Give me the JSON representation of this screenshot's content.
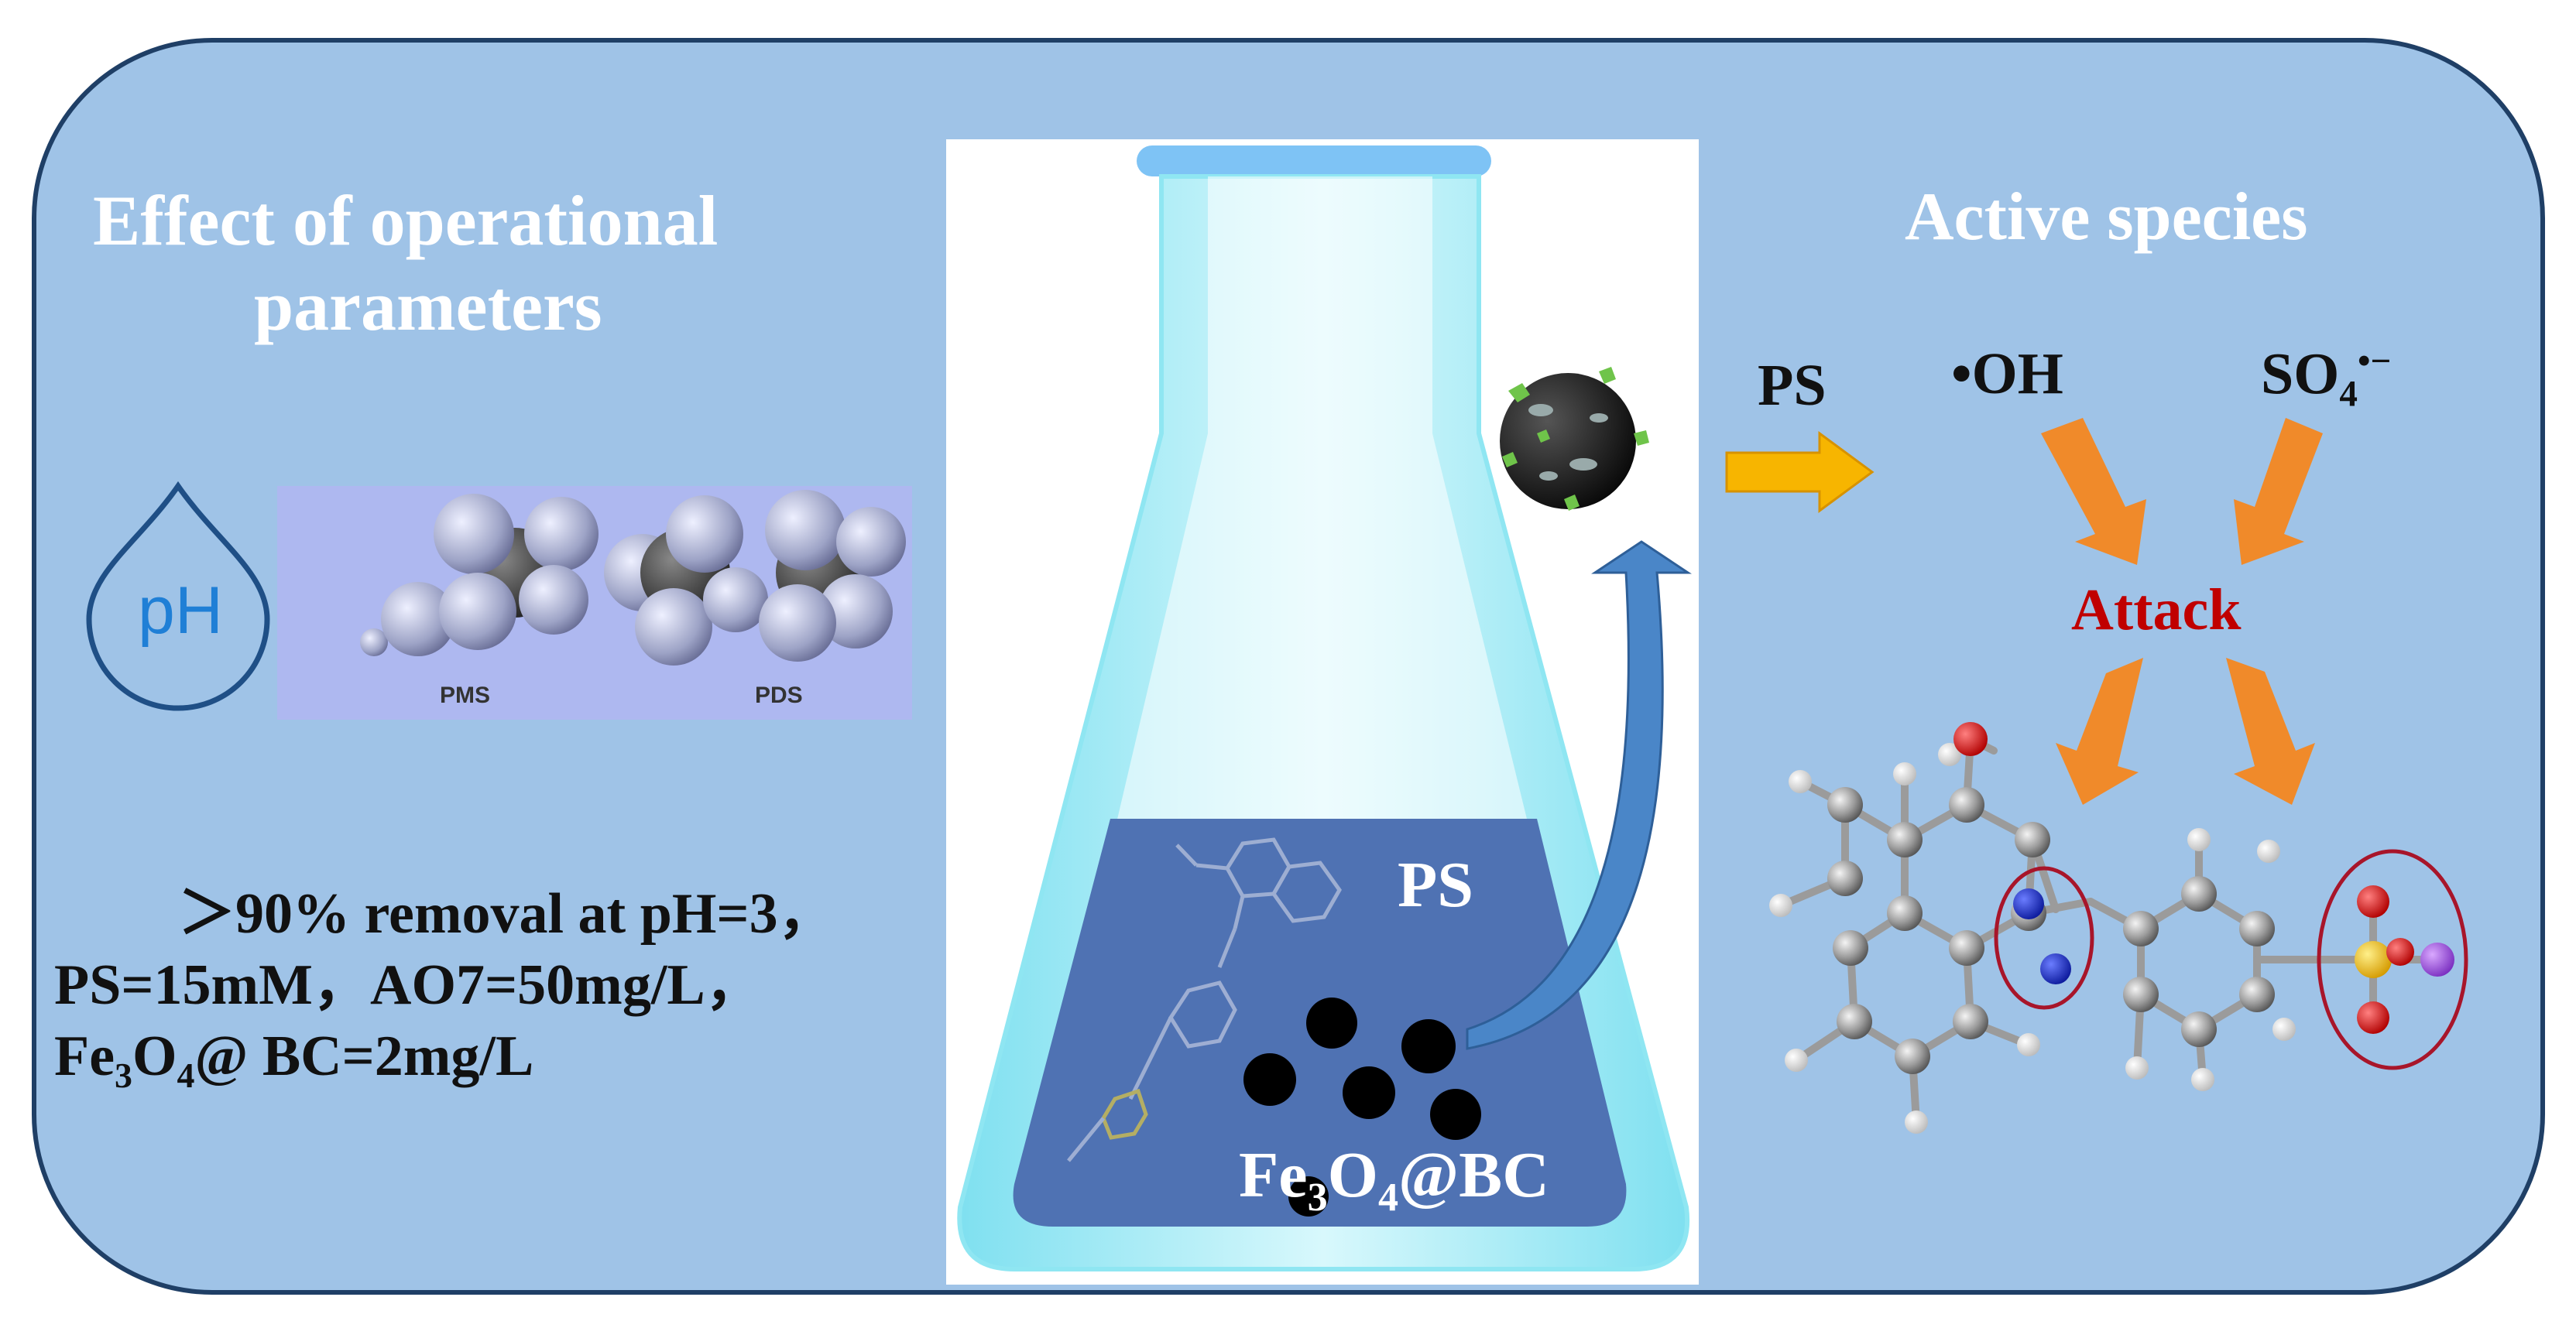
{
  "colors": {
    "panel": "#9fc3e7",
    "panel_border": "#1f3f66",
    "liquid": "#4f72b3",
    "flask_glass": "#9fecf6",
    "arrow_orange": "#f08a2a",
    "arrow_yellow": "#f7b500",
    "attack_red": "#c00000",
    "sulfur_yellow": "#f2c200",
    "oxygen_red": "#e00000",
    "nitrogen_blue": "#1c2fd0",
    "sodium_purple": "#9a50d6"
  },
  "left": {
    "title_line1": "Effect of  operational",
    "title_line2": "parameters",
    "ph_icon_label": "pH",
    "pms_label": "PMS",
    "pds_label": "PDS",
    "result_line1": "＞90% removal at pH=3，",
    "result_line2": "PS=15mM，AO7=50mg/L，",
    "result_line3_pre": "Fe",
    "result_line3_sub1": "3",
    "result_line3_mid": "O",
    "result_line3_sub2": "4",
    "result_line3_post": "@ BC=2mg/L"
  },
  "center": {
    "ps_label": "PS",
    "catalyst_pre": "Fe",
    "catalyst_sub1": "3",
    "catalyst_mid": "O",
    "catalyst_sub2": "4",
    "catalyst_post": "@BC"
  },
  "right": {
    "title": "Active species",
    "ps_label": "PS",
    "oh_label": "•OH",
    "so4_base": "SO",
    "so4_sub": "4",
    "so4_sup": "•−",
    "attack_label": "Attack"
  }
}
